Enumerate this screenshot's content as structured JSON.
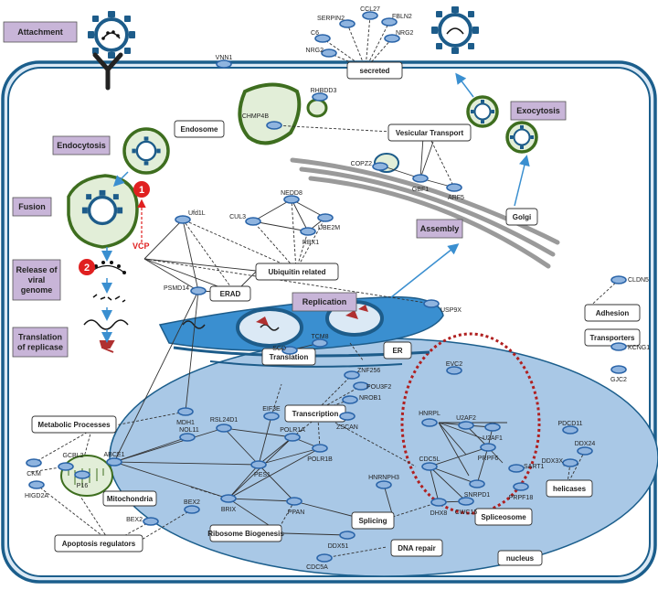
{
  "stages": {
    "attachment": "Attachment",
    "endocytosis": "Endocytosis",
    "fusion": "Fusion",
    "release": [
      "Release of",
      "viral",
      "genome"
    ],
    "translation_replicase": [
      "Translation",
      "of replicase"
    ],
    "replication": "Replication",
    "assembly": "Assembly",
    "exocytosis": "Exocytosis"
  },
  "categories": {
    "secreted": "secreted",
    "endosome": "Endosome",
    "vesicular_transport": "Vesicular Transport",
    "golgi": "Golgi",
    "ubiquitin": "Ubiquitin related",
    "erad": "ERAD",
    "er": "ER",
    "adhesion": "Adhesion",
    "transporters": "Transporters",
    "translation": "Translation",
    "transcription": "Transcription",
    "metabolic": "Metabolic Processes",
    "mitochondria": "Mitochondria",
    "ribosome": "Ribosome Biogenesis",
    "splicing": "Splicing",
    "spliceosome": "Spliceosome",
    "helicases": "helicases",
    "dna_repair": "DNA repair",
    "apoptosis": "Apoptosis regulators",
    "nucleus": "nucleus"
  },
  "markers": {
    "one": "1",
    "two": "2",
    "vcp": "VCP"
  },
  "genes": {
    "serpin2": "SERPIN2",
    "ccl27": "CCL27",
    "fbln2": "FBLN2",
    "c6": "C6",
    "nrg2a": "NRG2",
    "nrg2b": "NRG2",
    "vnn1": "VNN1",
    "rhbdd3": "RHBDD3",
    "chmp4b": "CHMP4B",
    "copz2": "COPZ2",
    "gbf1": "GBF1",
    "arf5": "ARF5",
    "ufd1l": "Ufd1L",
    "cul3": "CUL3",
    "nedd8": "NEDD8",
    "ube2m": "UBE2M",
    "rbx1": "RBX1",
    "psmd14": "PSMD14",
    "usp9x": "USP9X",
    "scd": "SCD",
    "tcm8": "TCM8",
    "cldn5": "CLDN5",
    "kcng1": "KCNG1",
    "gjc2": "GJC2",
    "evc2": "EVC2",
    "znf256": "ZNF256",
    "pou3f2": "POU3F2",
    "nrob1": "NROB1",
    "zscan": "ZSCAN",
    "eif3e": "EIF3E",
    "rsl24d1": "RSL24D1",
    "nol11": "NOL11",
    "mdh1": "MDH1",
    "ckm": "CKM",
    "higd2a": "HIGD2A",
    "gcbl2": "GCBL2",
    "p16": "P16",
    "abce1": "ABCE1",
    "polr1a": "POLR1A",
    "polr1b": "POLR1B",
    "pes1": "PES1",
    "brix": "BRIX",
    "ppan": "PPAN",
    "hnrpl": "HNRPL",
    "u2af2": "U2AF2",
    "u2af1": "U2AF1",
    "prpf6": "PRPF6",
    "cdc5l": "CDC5L",
    "sart1": "SART1",
    "snrpd1": "SNRPD1",
    "prpf18": "PRPF18",
    "pdcd11": "PDCD11",
    "ddx24": "DDX24",
    "ddx3x": "DDX3X",
    "hnrnph3": "HNRNPH3",
    "dhx8": "DHX8",
    "cwc15": "CWC15",
    "bex2a": "BEX2",
    "bex2b": "BEX2",
    "ddx51": "DDX51",
    "cdc5a": "CDC5A"
  },
  "colors": {
    "membrane": "#1b5e8c",
    "membrane_fill": "#dbe9f5",
    "nucleus_fill": "#a9c8e6",
    "node_fill": "#8fb4df",
    "node_stroke": "#2a64a8",
    "virus": "#1d5c8a",
    "vesicle_stroke": "#3e6e1f",
    "vesicle_fill": "#e2eed8",
    "label_box": "#c8b5d8",
    "marker_red": "#e02020",
    "spliceosome_ring": "#b02020"
  }
}
